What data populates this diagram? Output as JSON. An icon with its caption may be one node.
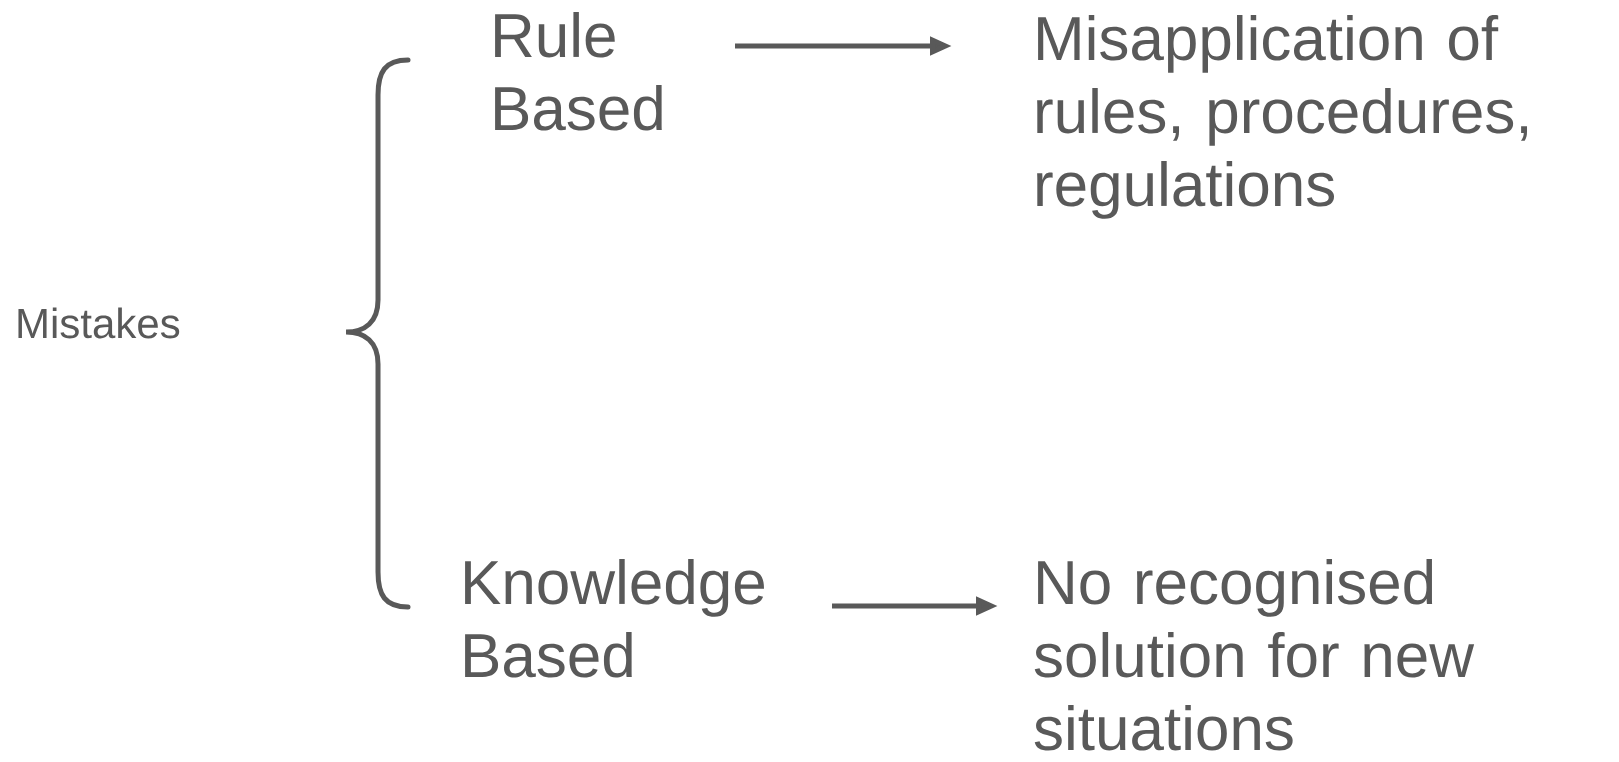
{
  "diagram": {
    "nodes": [
      {
        "text": [
          "Mistakes"
        ]
      },
      {
        "text": [
          "Rule Based"
        ]
      },
      {
        "text": [
          "Knowledge Based"
        ]
      },
      {
        "text": [
          "Misapplication of rules, procedures, regulations"
        ]
      },
      {
        "text": [
          "No recognised solution for new situations"
        ]
      }
    ],
    "edges": [
      {
        "from": 1,
        "to": 3,
        "arrow": "to"
      },
      {
        "from": 2,
        "to": 4,
        "arrow": "to"
      }
    ]
  }
}
